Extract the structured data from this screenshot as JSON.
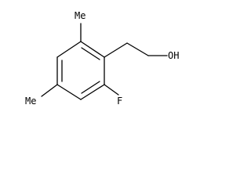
{
  "molecule": {
    "atom_labels": {
      "methyl_top": "Me",
      "methyl_left": "Me",
      "hydroxyl": "OH",
      "fluorine": "F"
    },
    "bond_color": "#000000",
    "text_color": "#000000"
  }
}
